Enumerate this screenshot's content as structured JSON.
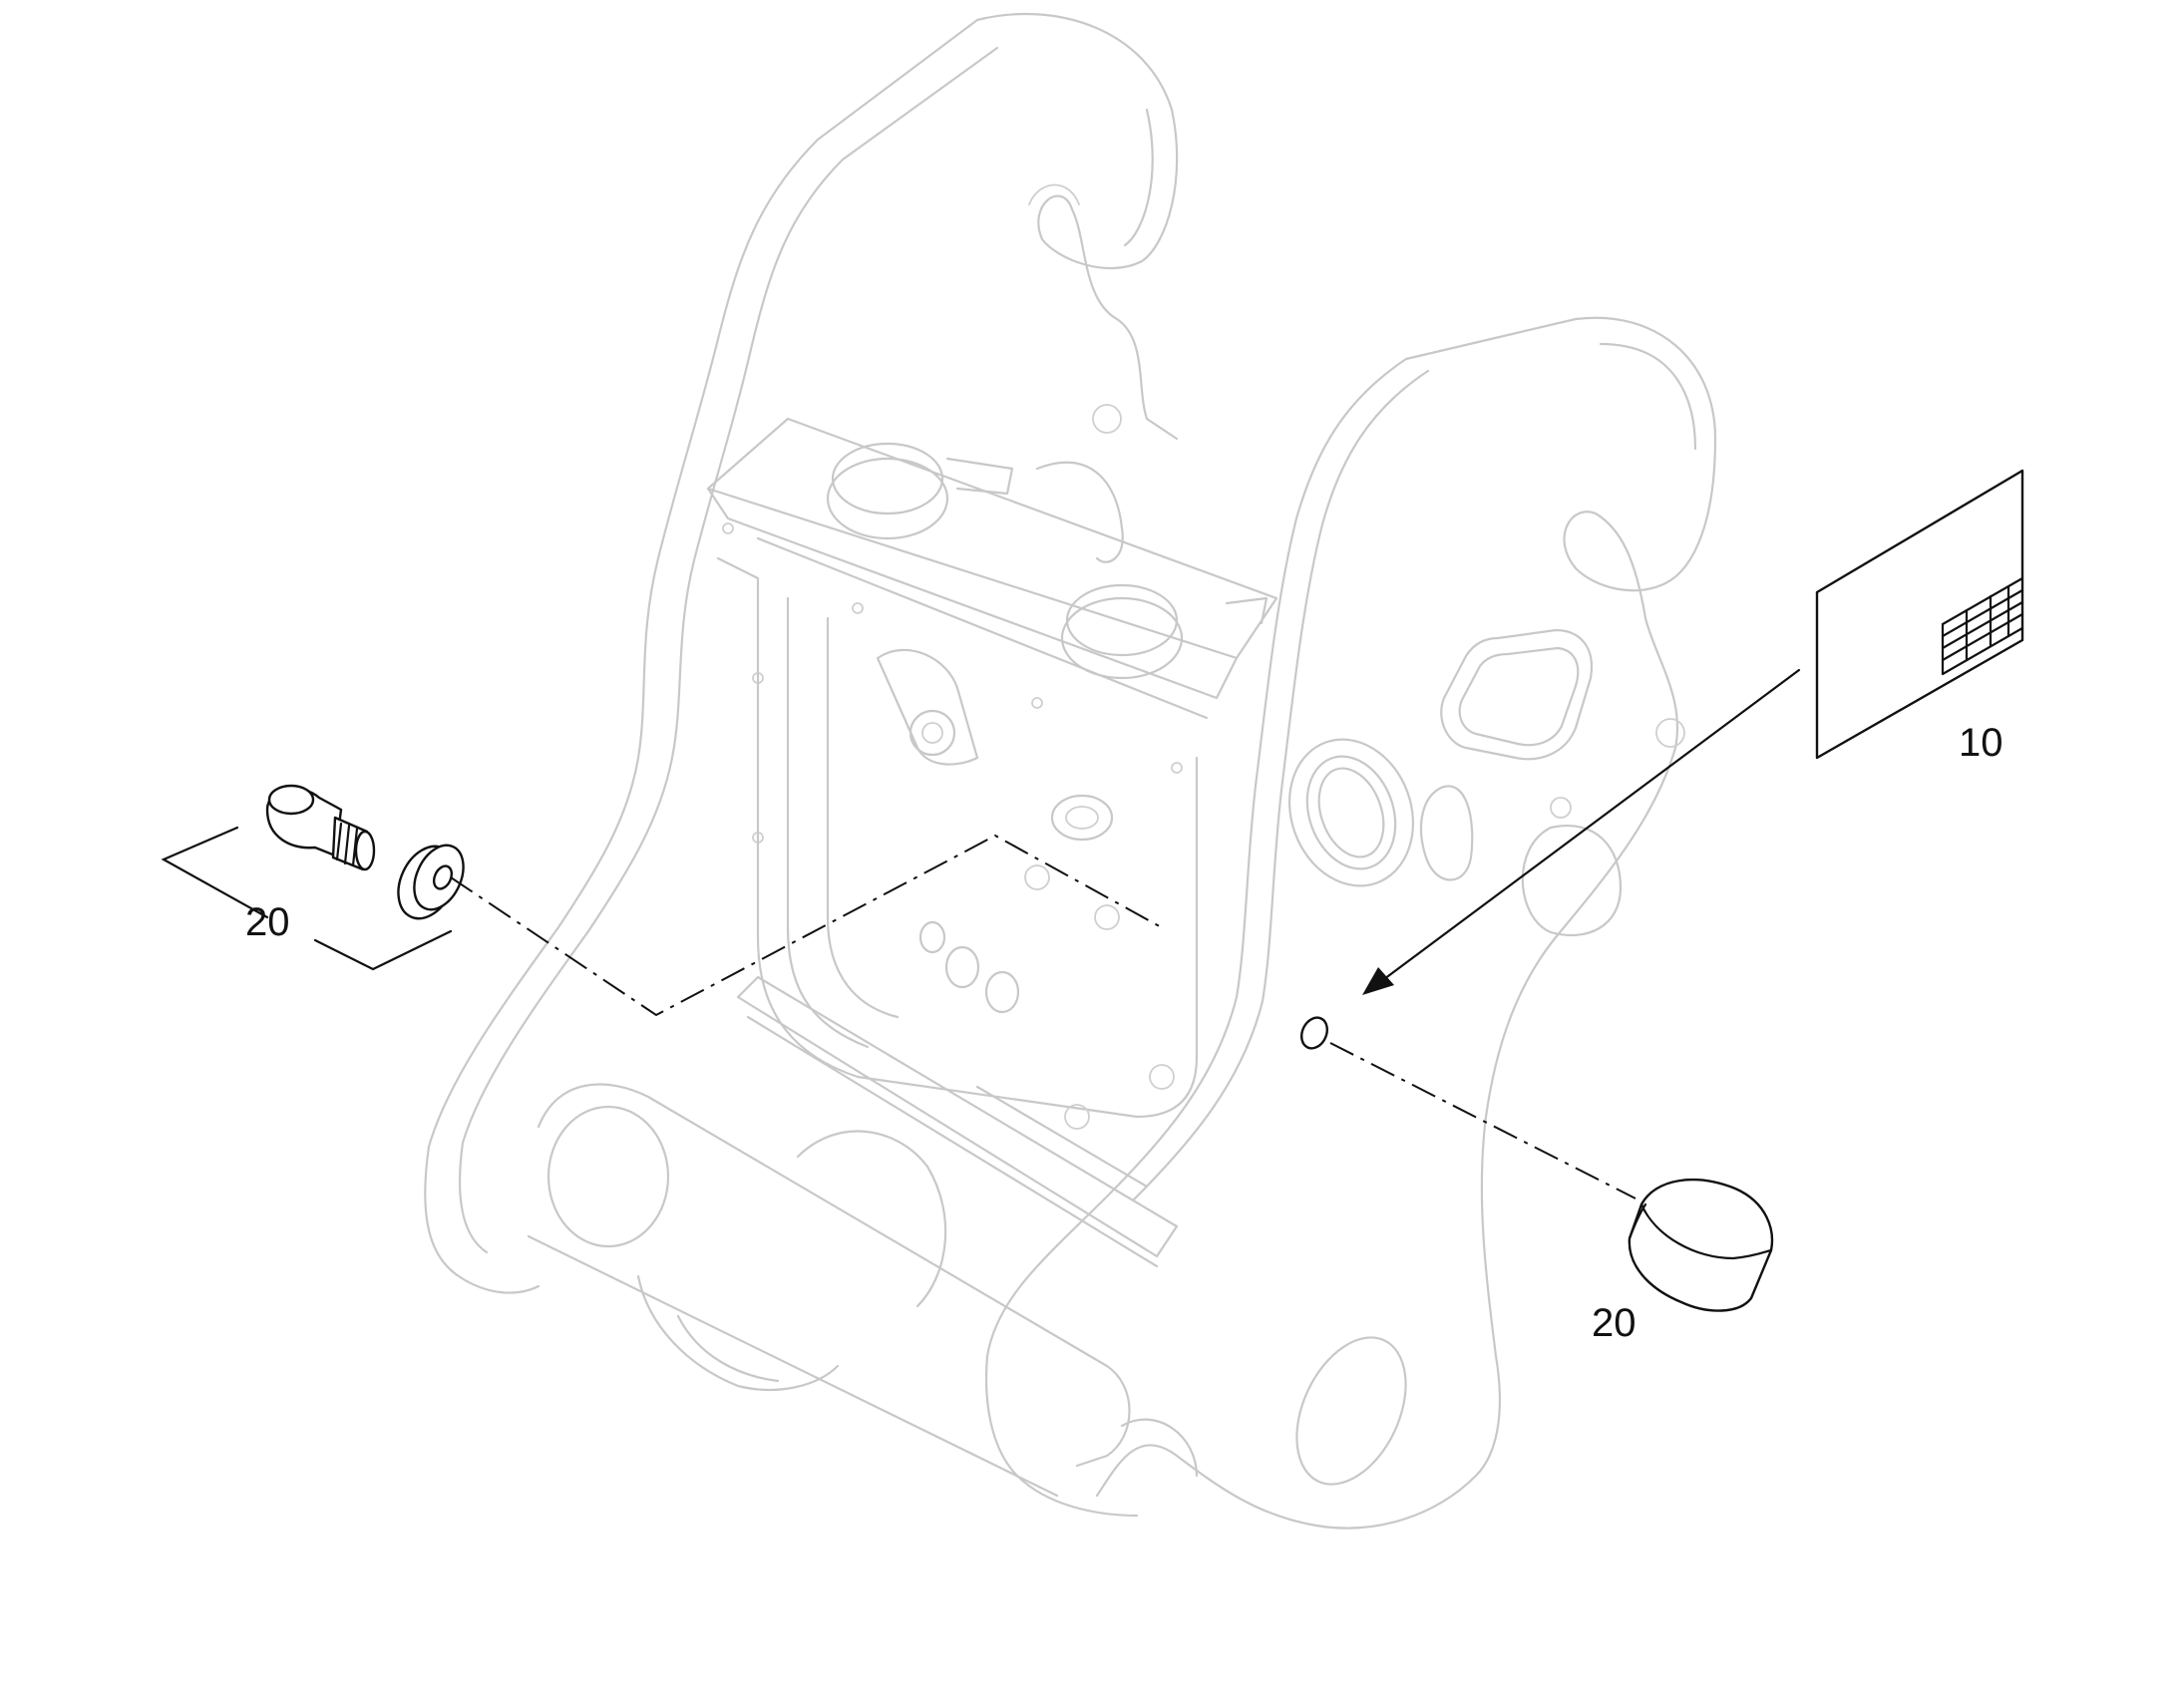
{
  "callouts": {
    "item_10": "10",
    "item_20_left": "20",
    "item_20_right": "20"
  },
  "colors": {
    "background": "#ffffff",
    "highlight_parts": "#111111",
    "context_part": "#c8c8c8"
  }
}
